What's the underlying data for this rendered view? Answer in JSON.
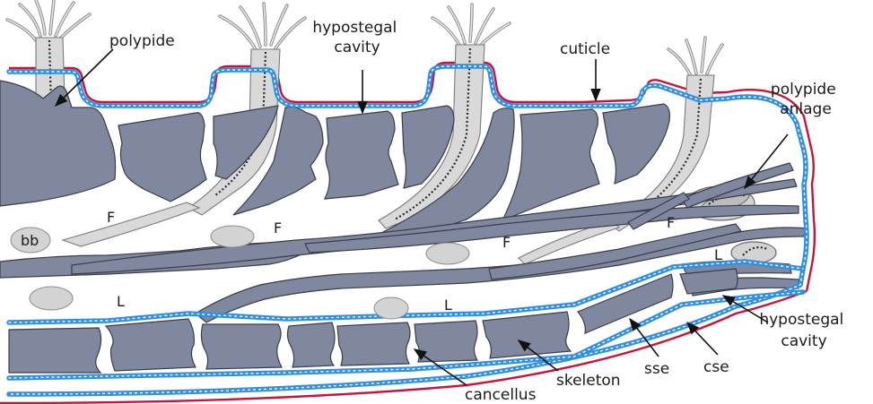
{
  "labels": {
    "polypide": "polypide",
    "hypostegal_cavity_top": "hypostegal\ncavity",
    "cuticle": "cuticle",
    "polypide_anlage": "polypide\nanlage",
    "hypostegal_cavity_right": "hypostegal\ncavity",
    "cse": "cse",
    "sse": "sse",
    "skeleton": "skeleton",
    "cancellus": "cancellus",
    "bb": "bb",
    "F1": "F",
    "F2": "F",
    "F3": "F",
    "F4": "F",
    "L1": "L",
    "L2": "L",
    "L3": "L"
  },
  "colors": {
    "skeleton": "#7f889f",
    "epithelium": "#2f8ee6",
    "cuticle": "#c8143c",
    "polypide": "#d9d9d9"
  }
}
